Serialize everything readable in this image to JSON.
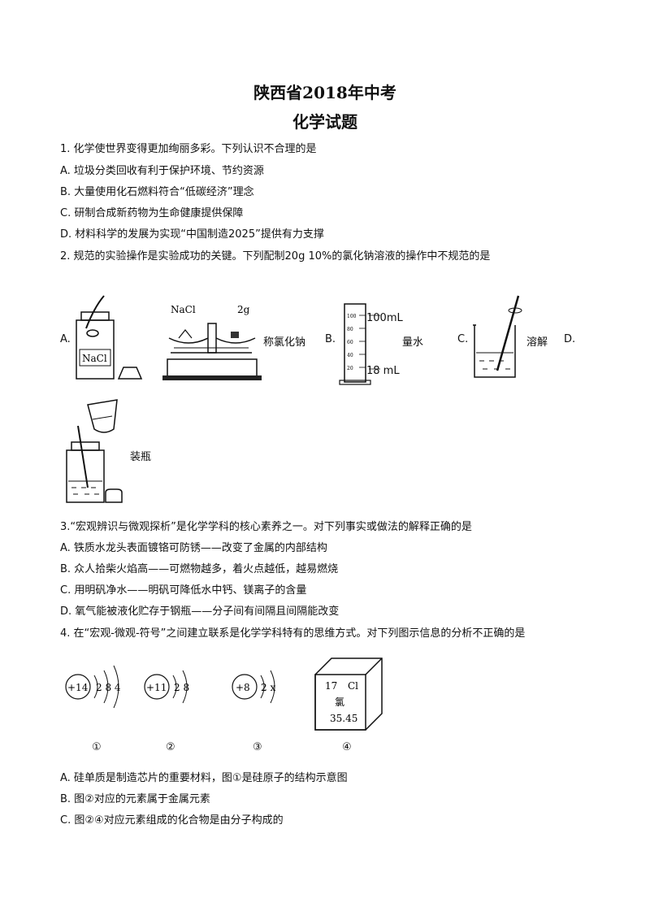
{
  "header": {
    "title": "陕西省2018年中考",
    "subtitle": "化学试题"
  },
  "q1": {
    "stem": "1. 化学使世界变得更加绚丽多彩。下列认识不合理的是",
    "options": [
      "A.  垃圾分类回收有利于保护环境、节约资源",
      "B.  大量使用化石燃料符合“低碳经济”理念",
      "C.  研制合成新药物为生命健康提供保障",
      "D.  材料科学的发展为实现“中国制造2025”提供有力支撑"
    ]
  },
  "q2": {
    "stem": "2. 规范的实验操作是实验成功的关键。下列配制20g 10%的氯化钠溶液的操作中不规范的是",
    "figA": {
      "letter": "A.",
      "bottle_label": "NaCl",
      "pan_left": "NaCl",
      "pan_right": "2g",
      "caption": "称氯化钠"
    },
    "figB": {
      "letter": "B.",
      "top_reading": "100mL",
      "bottom_reading": "18 mL",
      "caption": "量水",
      "ticks": [
        "100",
        "80",
        "60",
        "40",
        "20"
      ]
    },
    "figC": {
      "letter": "C.",
      "caption": "溶解"
    },
    "figD": {
      "letter": "D.",
      "caption": "装瓶"
    }
  },
  "q3": {
    "stem": "3.“宏观辨识与微观探析”是化学学科的核心素养之一。对下列事实或做法的解释正确的是",
    "options": [
      "A. 铁质水龙头表面镀铬可防锈——改变了金属的内部结构",
      "B. 众人拾柴火焰高——可燃物越多，着火点越低，越易燃烧",
      "C. 用明矾净水——明矾可降低水中钙、镁离子的含量",
      "D. 氧气能被液化贮存于钢瓶——分子间有间隔且间隔能改变"
    ]
  },
  "q4": {
    "stem": "4. 在“宏观-微观-符号”之间建立联系是化学学科特有的思维方式。对下列图示信息的分析不正确的是",
    "diagrams": [
      {
        "nucleus": "+14",
        "shells": "2 8 4",
        "label": "①"
      },
      {
        "nucleus": "+11",
        "shells": "2 8",
        "label": "②"
      },
      {
        "nucleus": "+8",
        "shells": "2 x",
        "label": "③"
      }
    ],
    "element_cell": {
      "number": "17",
      "symbol": "Cl",
      "name": "氯",
      "mass": "35.45",
      "label": "④"
    },
    "options": [
      "A. 硅单质是制造芯片的重要材料，图①是硅原子的结构示意图",
      "B. 图②对应的元素属于金属元素",
      "C. 图②④对应元素组成的化合物是由分子构成的"
    ]
  }
}
